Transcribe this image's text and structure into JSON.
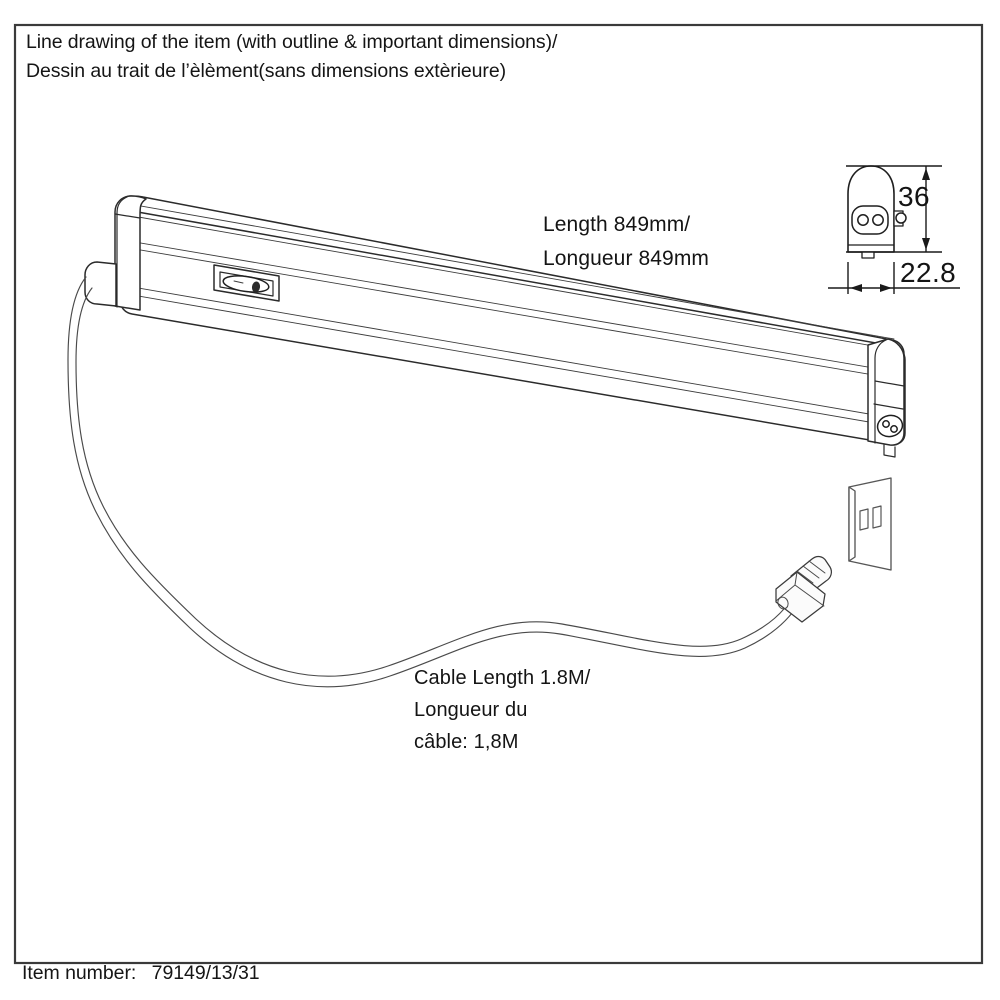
{
  "document": {
    "header_line_1": "Line drawing of the item (with outline & important dimensions)/",
    "header_line_2": "Dessin au trait de l’èlèment(sans dimensions extèrieure)",
    "item_number_label": "Item number:",
    "item_number_value": "79149/13/31",
    "border_color": "#3a3a3a",
    "line_color": "#2b2b2b",
    "background": "#ffffff"
  },
  "annotations": {
    "length": {
      "line_1": "Length 849mm/",
      "line_2": "Longueur 849mm",
      "value_mm": 849
    },
    "cable": {
      "line_1": "Cable Length 1.8M/",
      "line_2": "Longueur du",
      "line_3": "câble: 1,8M",
      "value_m": 1.8
    }
  },
  "cross_section": {
    "height_dimension": "36",
    "width_dimension": "22.8",
    "units": "mm",
    "description": "end-profile-with-connector-socket"
  },
  "parts": {
    "fixture": "linear-led-batten-fixture",
    "switch": "rocker-switch",
    "cable": "power-cable",
    "plug": "two-prong-plug",
    "outlet": "wall-outlet"
  }
}
